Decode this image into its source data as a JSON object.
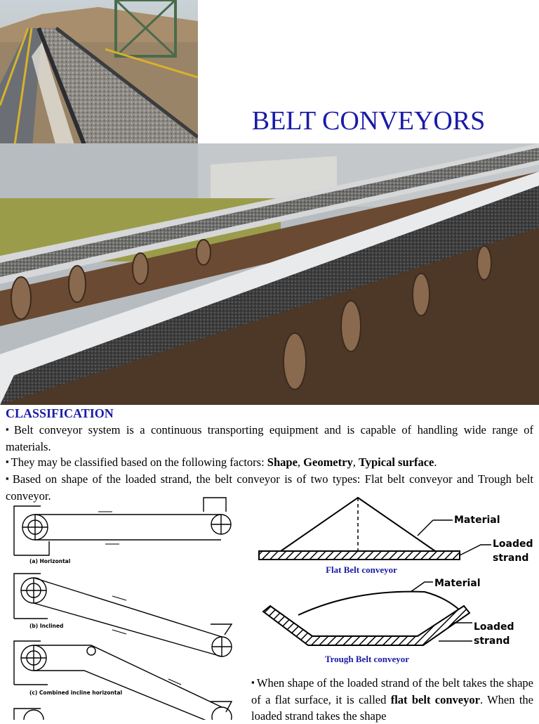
{
  "title": "BELT CONVEYORS",
  "classification": {
    "heading": "CLASSIFICATION",
    "p1": "Belt conveyor system is a continuous transporting equipment and is capable of handling wide range of materials.",
    "p2_prefix": "They may be classified based on the following factors: ",
    "p2_b1": "Shape",
    "p2_sep1": ", ",
    "p2_b2": "Geometry",
    "p2_sep2": ", ",
    "p2_b3": "Typical surface",
    "p2_suffix": ".",
    "p3": "Based on shape of the loaded strand, the belt conveyor is of two types: Flat belt conveyor and Trough belt conveyor.",
    "p4_prefix": "When shape of the loaded strand of the belt takes the shape of a flat surface, it is called ",
    "p4_b1": "flat belt conveyor",
    "p4_suffix": ". When the loaded strand takes the shape"
  },
  "figures": {
    "horizontal": "(a) Horizontal",
    "inclined": "(b) Inclined",
    "combined": "(c) Combined incline horizontal",
    "material_label": "Material",
    "loaded_strand_1": "Loaded",
    "loaded_strand_2": "strand",
    "flat_caption": "Flat Belt conveyor",
    "trough_caption": "Trough  Belt conveyor"
  },
  "colors": {
    "title": "#1a1aa8",
    "caption": "#1a1aa8"
  }
}
